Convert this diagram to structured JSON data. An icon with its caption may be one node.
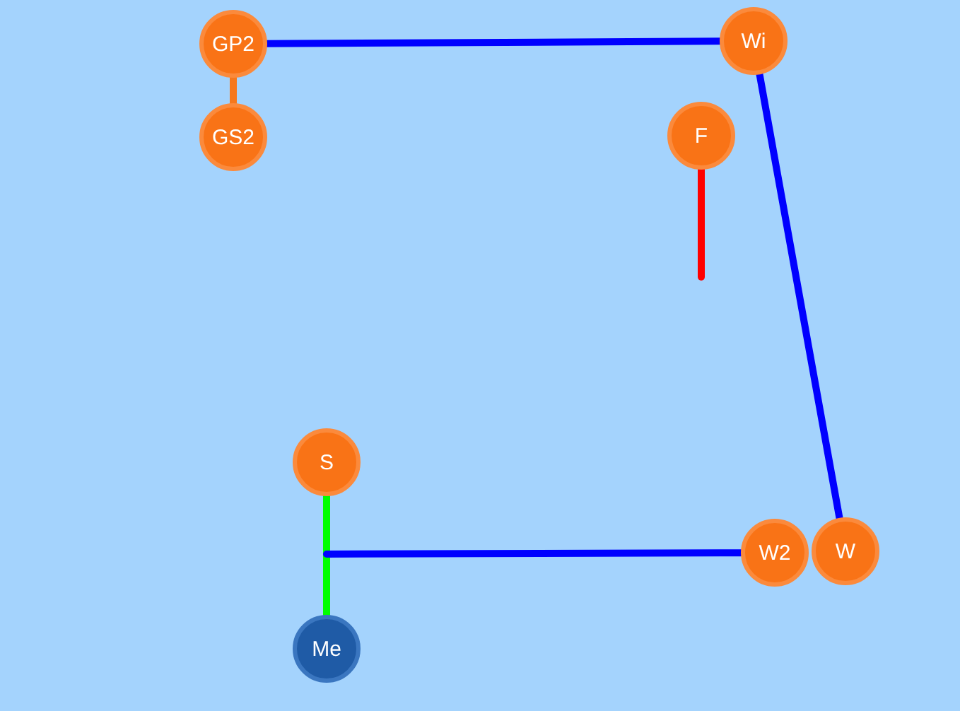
{
  "diagram": {
    "nodes": [
      {
        "text": [
          "GP2"
        ]
      },
      {
        "text": [
          "Wi"
        ]
      },
      {
        "text": [
          "GS2"
        ]
      },
      {
        "text": [
          "F"
        ]
      },
      {
        "text": [
          "S"
        ]
      },
      {
        "text": [
          "W2"
        ]
      },
      {
        "text": [
          "W"
        ]
      },
      {
        "text": [
          "Me"
        ]
      }
    ],
    "edges": [
      {
        "from": 0,
        "to": 1,
        "arrow": "none"
      },
      {
        "from": 0,
        "to": 2,
        "arrow": "none",
        "color": "#f5781e"
      },
      {
        "from": 1,
        "to": 6,
        "arrow": "none"
      },
      {
        "from": 3,
        "to": null,
        "arrow": "none",
        "color": "#ff0000"
      },
      {
        "from": 4,
        "to": 7,
        "arrow": "none",
        "color": "#00ff00"
      },
      {
        "from": null,
        "to": 5,
        "arrow": "none"
      }
    ]
  }
}
